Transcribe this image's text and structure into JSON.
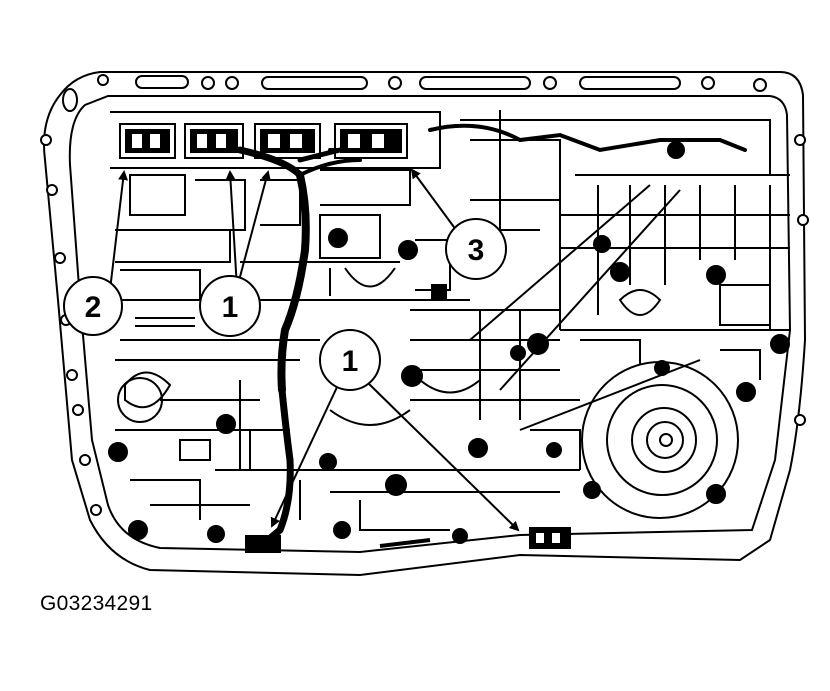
{
  "callouts": {
    "c1a": "1",
    "c1b": "1",
    "c2": "2",
    "c3": "3"
  },
  "figure_code": "G03234291"
}
